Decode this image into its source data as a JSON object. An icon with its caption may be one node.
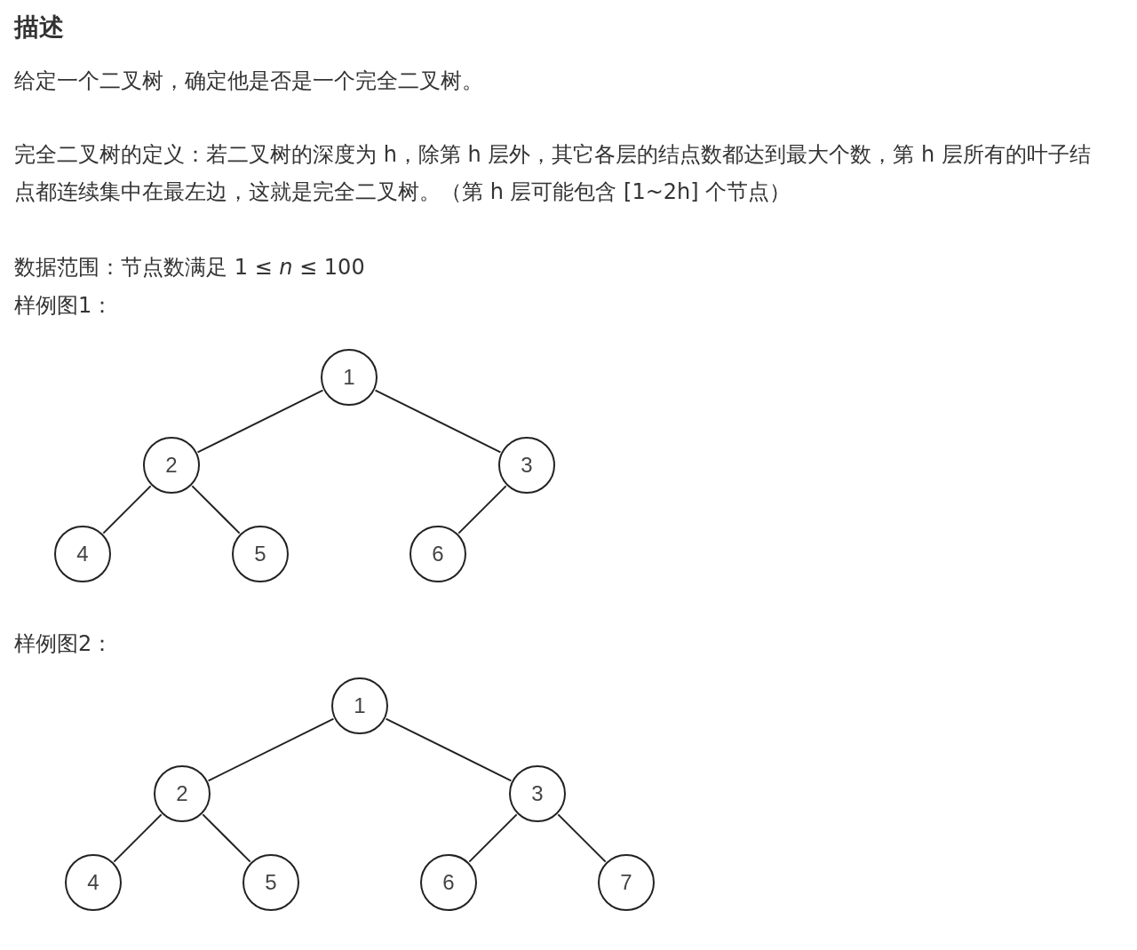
{
  "diagram": {
    "title": "描述",
    "nodes": [
      {
        "text": [
          "1"
        ]
      },
      {
        "text": [
          "2"
        ]
      },
      {
        "text": [
          "3"
        ]
      },
      {
        "text": [
          "4"
        ]
      },
      {
        "text": [
          "5"
        ]
      },
      {
        "text": [
          "6"
        ]
      },
      {
        "text": [
          "1"
        ]
      },
      {
        "text": [
          "2"
        ]
      },
      {
        "text": [
          "3"
        ]
      },
      {
        "text": [
          "4"
        ]
      },
      {
        "text": [
          "5"
        ]
      },
      {
        "text": [
          "6"
        ]
      },
      {
        "text": [
          "7"
        ]
      }
    ],
    "edges": [
      {
        "from": 0,
        "to": 1,
        "arrow": "none"
      },
      {
        "from": 0,
        "to": 2,
        "arrow": "none"
      },
      {
        "from": 1,
        "to": 3,
        "arrow": "none"
      },
      {
        "from": 1,
        "to": 4,
        "arrow": "none"
      },
      {
        "from": 2,
        "to": 5,
        "arrow": "none"
      },
      {
        "from": 6,
        "to": 7,
        "arrow": "none"
      },
      {
        "from": 6,
        "to": 8,
        "arrow": "none"
      },
      {
        "from": 7,
        "to": 9,
        "arrow": "none"
      },
      {
        "from": 7,
        "to": 10,
        "arrow": "none"
      },
      {
        "from": 8,
        "to": 11,
        "arrow": "none"
      },
      {
        "from": 8,
        "to": 12,
        "arrow": "none"
      }
    ],
    "labels": [
      "给定一个二叉树，确定他是否是一个完全二叉树。",
      "完全二叉树的定义：若二叉树的深度为 h，除第 h 层外，其它各层的结点数都达到最大个数，第 h 层所有的叶子结点都连续集中在最左边，这就是完全二叉树。（第 h 层可能包含 [1~2h] 个节点）",
      "数据范围：节点数满足 1 ≤ *n* ≤ 100",
      "样例图1：",
      "样例图2："
    ]
  }
}
